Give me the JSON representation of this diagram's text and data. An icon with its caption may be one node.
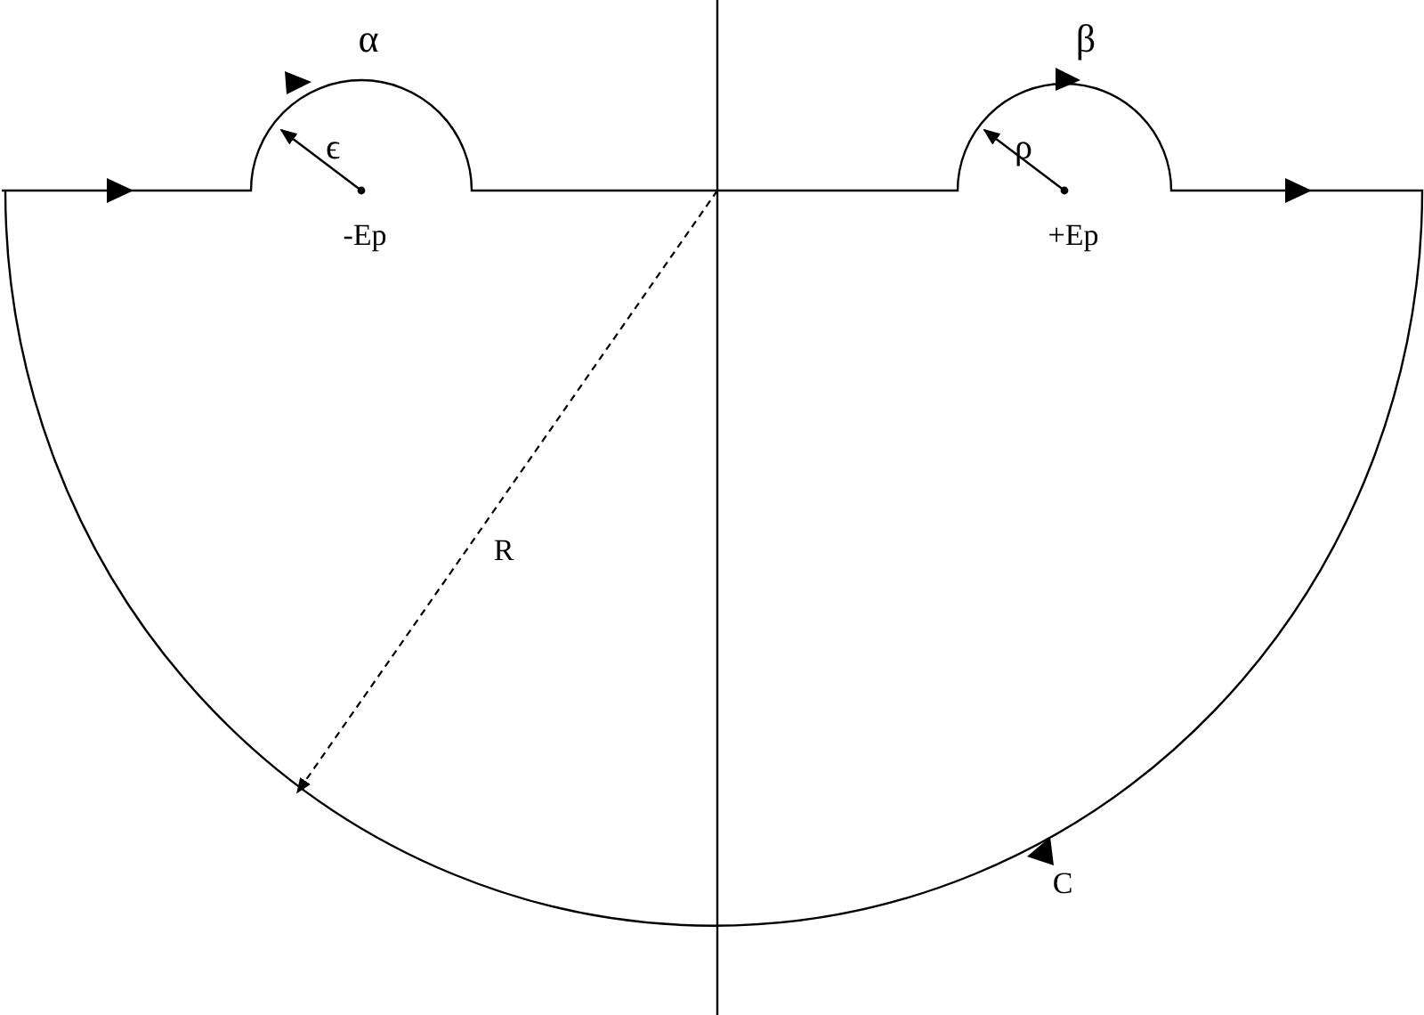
{
  "diagram": {
    "labels": [
      "α",
      "β",
      "ϵ",
      "ρ",
      "-Ep",
      "+Ep",
      "R",
      "C"
    ]
  }
}
